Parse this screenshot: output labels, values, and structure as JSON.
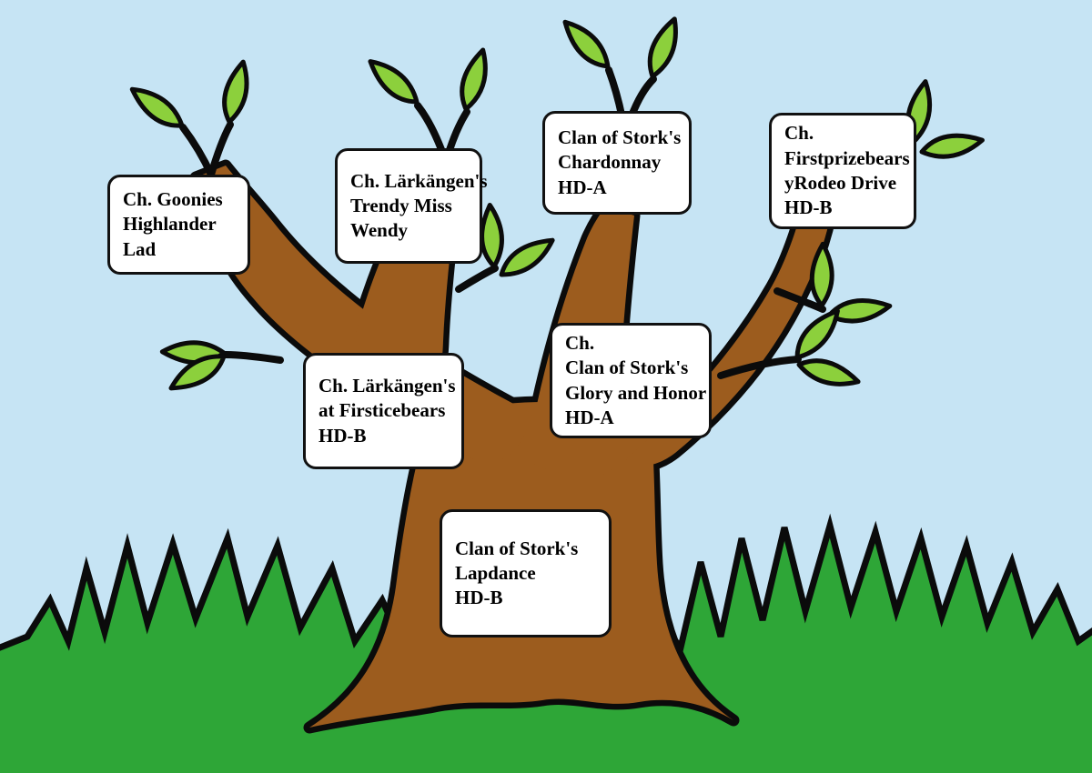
{
  "scene": {
    "sky_color": "#C6E4F4",
    "grass_color": "#2EA637",
    "trunk_color": "#9C5C1E",
    "leaf_color": "#8CD03C",
    "outline_color": "#0B0B0B"
  },
  "nodes": [
    {
      "id": "goonies-highlander-lad",
      "lines": [
        "Ch. Goonies",
        "Highlander",
        "Lad"
      ]
    },
    {
      "id": "larkangens-trendy-miss-wendy",
      "lines": [
        "Ch. Lärkängen's",
        "Trendy Miss",
        "Wendy"
      ]
    },
    {
      "id": "clan-of-storks-chardonnay",
      "lines": [
        "Clan of Stork's",
        "Chardonnay",
        "HD-A"
      ]
    },
    {
      "id": "firstprizebears-rodeo-drive",
      "lines": [
        "Ch.",
        "Firstprizebears",
        "yRodeo Drive",
        "HD-B"
      ]
    },
    {
      "id": "larkangens-at-firsticebears",
      "lines": [
        "Ch. Lärkängen's",
        "at Firsticebears",
        "HD-B"
      ]
    },
    {
      "id": "clan-of-storks-glory-and-honor",
      "lines": [
        "Ch.",
        "Clan of Stork's",
        "Glory and Honor",
        "HD-A"
      ]
    },
    {
      "id": "clan-of-storks-lapdance",
      "lines": [
        "Clan of Stork's",
        "Lapdance",
        "HD-B"
      ]
    }
  ]
}
